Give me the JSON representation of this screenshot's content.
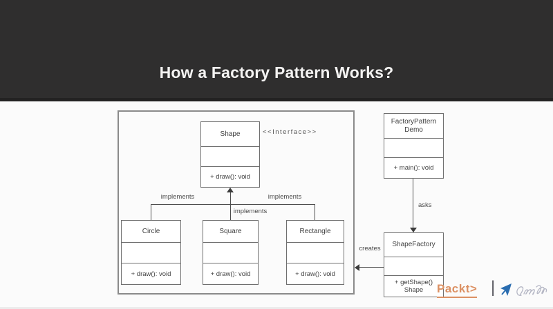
{
  "slide": {
    "title": "How a Factory Pattern Works?"
  },
  "diagram": {
    "stereotype": "<<Interface>>",
    "classes": {
      "shape": {
        "name": "Shape",
        "method": "+ draw(): void"
      },
      "circle": {
        "name": "Circle",
        "method": "+ draw(): void"
      },
      "square": {
        "name": "Square",
        "method": "+ draw(): void"
      },
      "rectangle": {
        "name": "Rectangle",
        "method": "+ draw(): void"
      },
      "factory_pattern_demo": {
        "name_line1": "FactoryPattern",
        "name_line2": "Demo",
        "method": "+ main(): void"
      },
      "shape_factory": {
        "name": "ShapeFactory",
        "method_line1": "+ getShape()",
        "method_line2": "Shape"
      }
    },
    "edge_labels": {
      "implements_left": "implements",
      "implements_center": "implements",
      "implements_right": "implements",
      "asks": "asks",
      "creates": "creates"
    }
  },
  "footer": {
    "brand": "Packt>",
    "divider": "|",
    "brand_color": "#dc9164",
    "cursor_icon_color": "#2a6db0",
    "signature_color": "#b4b6c4"
  }
}
